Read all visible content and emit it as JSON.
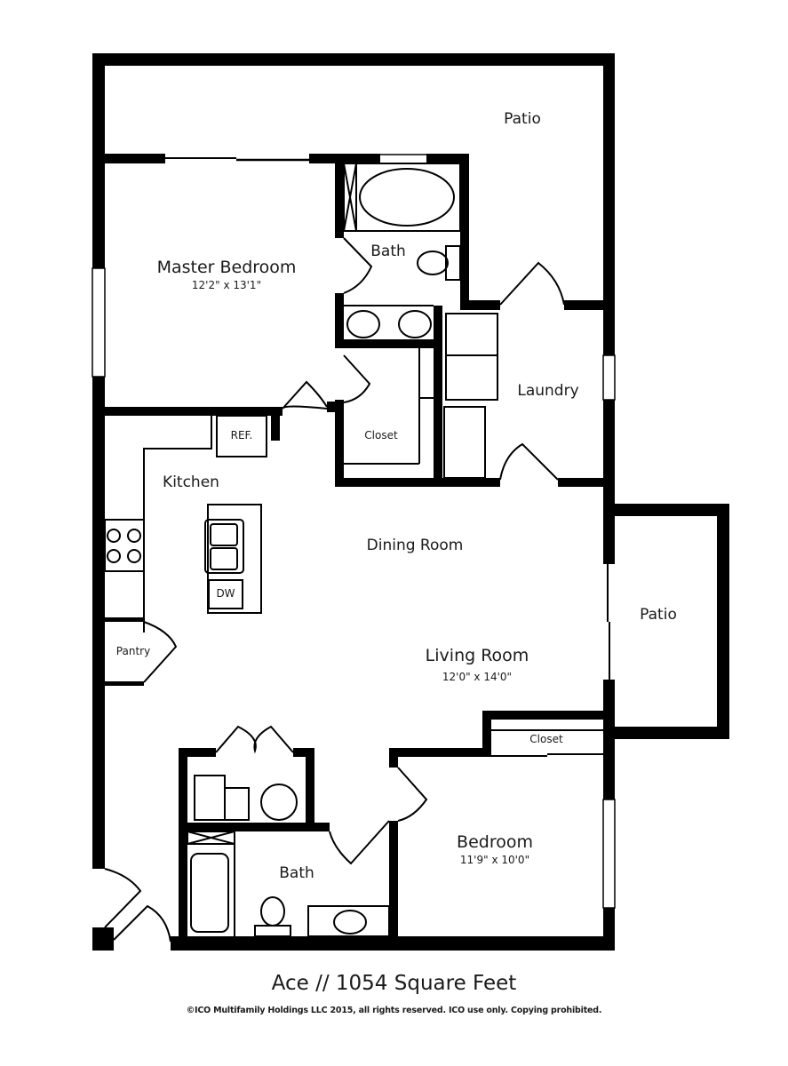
{
  "plan": {
    "name": "Ace",
    "square_feet": "1054",
    "title": "Ace // 1054 Square Feet",
    "copyright": "©ICO Multifamily Holdings LLC 2015, all rights reserved.  ICO use only.  Copying prohibited."
  },
  "rooms": {
    "patio_top": {
      "label": "Patio"
    },
    "master_bedroom": {
      "label": "Master Bedroom",
      "dimensions": "12'2\" x 13'1\""
    },
    "master_bath": {
      "label": "Bath"
    },
    "master_closet": {
      "label": "Closet"
    },
    "laundry": {
      "label": "Laundry"
    },
    "kitchen": {
      "label": "Kitchen",
      "fixtures": {
        "refrigerator": "REF.",
        "dishwasher": "DW"
      }
    },
    "pantry": {
      "label": "Pantry"
    },
    "dining_room": {
      "label": "Dining Room"
    },
    "living_room": {
      "label": "Living Room",
      "dimensions": "12'0\" x 14'0\""
    },
    "patio_side": {
      "label": "Patio"
    },
    "bedroom_closet": {
      "label": "Closet"
    },
    "bedroom": {
      "label": "Bedroom",
      "dimensions": "11'9\" x 10'0\""
    },
    "bath": {
      "label": "Bath"
    }
  },
  "colors": {
    "wall": "#000000",
    "background": "#ffffff",
    "text": "#1a1a1a"
  }
}
